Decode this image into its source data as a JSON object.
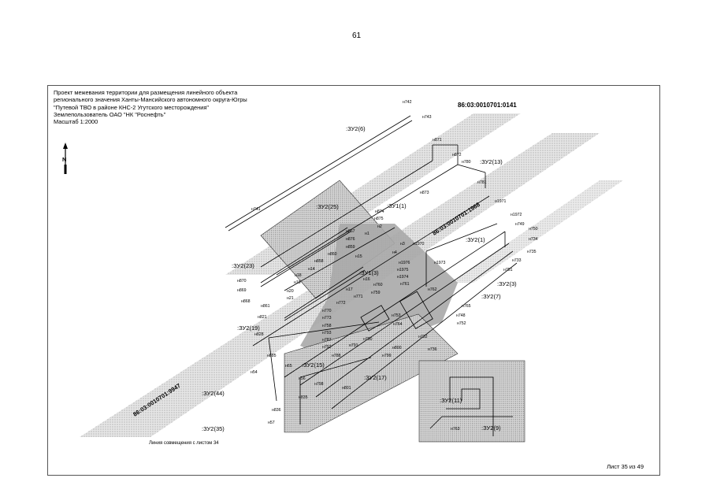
{
  "page_number": "61",
  "header": {
    "lines": [
      "Проект межевания территории для размещения линейного объекта",
      "регионального значения Ханты-Мансийского автономного округа-Югры",
      "\"Путевой ТВО в районе КНС-2 Угутского месторождения\"",
      "Землепользователь ОАО \"НК \"Роснефть\"",
      "Масштаб 1:2000"
    ]
  },
  "north_arrow_label": "N",
  "cadastral_numbers": {
    "top": "86:03:0010701:0141",
    "diagonal_1968": "86:03:0010701:1968",
    "diagonal_9947": "86:03:0010701:9947"
  },
  "zones": {
    "z6": ":ЗУ2(6)",
    "z13": ":ЗУ2(13)",
    "z25": ":ЗУ2(25)",
    "z1_1": ":ЗУ1(1)",
    "z2_1": ":ЗУ2(1)",
    "z23": ":ЗУ2(23)",
    "z1_3": ":ЗУ1(3)",
    "z3": ":ЗУ2(3)",
    "z7": ":ЗУ2(7)",
    "z19": ":ЗУ2(19)",
    "z15": ":ЗУ2(15)",
    "z17": ":ЗУ2(17)",
    "z44": ":ЗУ2(44)",
    "z35": ":ЗУ2(35)",
    "z11": ":ЗУ2(11)",
    "z9": ":ЗУ2(9)"
  },
  "points": {
    "n742": "н742",
    "n743": "н743",
    "n871": "н871",
    "n872": "н872",
    "n780": "н780",
    "n781": "н781",
    "n873": "н873",
    "n741": "н741",
    "n1971": "н1971",
    "n874": "н874",
    "n875": "н875",
    "n867": "н867",
    "n1": "н1",
    "n2": "н2",
    "n876": "н876",
    "n859": "н859",
    "n3": "н3",
    "n1970": "н1970",
    "n4": "н4",
    "n860": "н860",
    "n15": "н15",
    "n1972": "н1972",
    "n749": "н749",
    "n750": "н750",
    "n734": "н734",
    "n735": "н735",
    "n733": "н733",
    "n751": "н751",
    "n858": "н858",
    "n14": "н14",
    "n1976": "н1976",
    "n1973": "н1973",
    "n1975": "н1975",
    "n18": "н18",
    "n16": "н16",
    "n1974": "н1974",
    "n19": "н19",
    "n870": "н870",
    "n760": "н760",
    "n869": "н869",
    "n20": "н20",
    "n17": "н17",
    "n761": "н761",
    "n21": "н21",
    "n759": "н759",
    "n762": "н762",
    "n868": "н868",
    "n861": "н861",
    "n771": "н771",
    "n772": "н772",
    "n765": "н765",
    "n770": "н770",
    "n753": "н753",
    "n748": "н748",
    "n821": "н821",
    "n773": "н773",
    "n752": "н752",
    "n764": "н764",
    "n758": "н758",
    "n828": "н828",
    "n793": "н793",
    "n732": "н732",
    "n787": "н787",
    "n790": "н790",
    "n791": "н791",
    "n792": "н792",
    "n800": "н800",
    "n736": "н736",
    "n788": "н788",
    "n799": "н799",
    "n885": "н885",
    "n65": "н65",
    "n54": "н54",
    "n56": "н56",
    "n798": "н798",
    "n801": "н801",
    "n835": "н835",
    "n836": "н836",
    "n57": "н57",
    "n763": "н763"
  },
  "seam_line_label": "Линия совмещения с листом 34",
  "sheet_label": "Лист 35 из 49"
}
